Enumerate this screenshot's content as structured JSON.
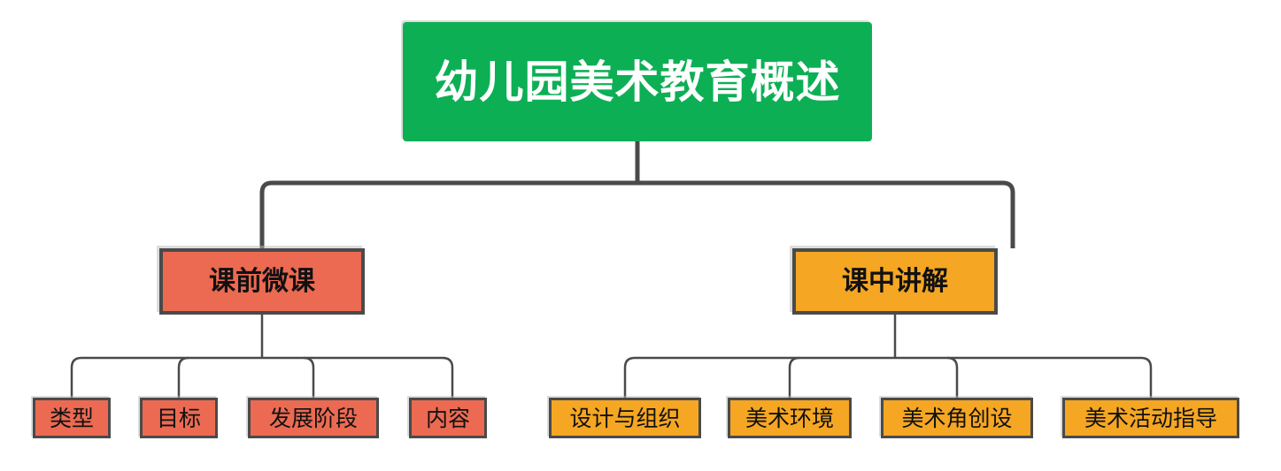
{
  "diagram": {
    "type": "hierarchy-tree",
    "title": "幼儿园美术教育概述",
    "colors": {
      "root_fill": "#0DAF55",
      "root_text": "#FFFFFF",
      "branch_left_fill": "#EC6A52",
      "branch_right_fill": "#F5A623",
      "node_border": "#4A4A4A",
      "connector": "#4A4A4A",
      "node_text": "#111111",
      "background": "#FFFFFF"
    },
    "root": {
      "label": "幼儿园美术教育概述"
    },
    "branches": [
      {
        "label": "课前微课",
        "color": "#EC6A52",
        "children": [
          {
            "label": "类型"
          },
          {
            "label": "目标"
          },
          {
            "label": "发展阶段"
          },
          {
            "label": "内容"
          }
        ]
      },
      {
        "label": "课中讲解",
        "color": "#F5A623",
        "children": [
          {
            "label": "设计与组织"
          },
          {
            "label": "美术环境"
          },
          {
            "label": "美术角创设"
          },
          {
            "label": "美术活动指导"
          }
        ]
      }
    ]
  }
}
